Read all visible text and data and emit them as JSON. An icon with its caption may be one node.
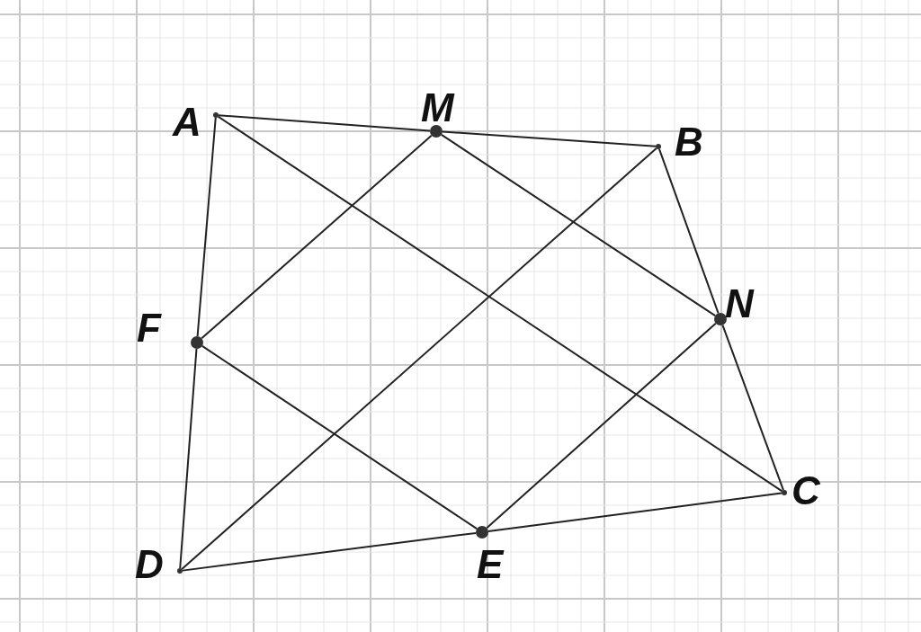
{
  "diagram": {
    "nodes": [
      {
        "text": [],
        "shape": "circle",
        "beside": [
          "A"
        ]
      },
      {
        "text": [],
        "shape": "circle",
        "beside": [
          "M"
        ]
      },
      {
        "text": [],
        "shape": "circle",
        "beside": [
          "B"
        ]
      },
      {
        "text": [],
        "shape": "circle",
        "beside": [
          "N"
        ]
      },
      {
        "text": [],
        "shape": "circle",
        "beside": [
          "C"
        ]
      },
      {
        "text": [],
        "shape": "circle",
        "beside": [
          "E"
        ]
      },
      {
        "text": [],
        "shape": "circle",
        "beside": [
          "D"
        ]
      },
      {
        "text": [],
        "shape": "circle",
        "beside": [
          "F"
        ]
      }
    ],
    "edges": [
      {
        "from": 0,
        "to": 1,
        "arrow": "none"
      },
      {
        "from": 1,
        "to": 2,
        "arrow": "none"
      },
      {
        "from": 2,
        "to": 3,
        "arrow": "none"
      },
      {
        "from": 3,
        "to": 4,
        "arrow": "none"
      },
      {
        "from": 4,
        "to": 5,
        "arrow": "none"
      },
      {
        "from": 5,
        "to": 6,
        "arrow": "none"
      },
      {
        "from": 6,
        "to": 7,
        "arrow": "none"
      },
      {
        "from": 7,
        "to": 0,
        "arrow": "none"
      },
      {
        "from": 0,
        "to": 4,
        "arrow": "none"
      },
      {
        "from": 2,
        "to": 6,
        "arrow": "none"
      },
      {
        "from": 1,
        "to": 3,
        "arrow": "none"
      },
      {
        "from": 3,
        "to": 5,
        "arrow": "none"
      },
      {
        "from": 5,
        "to": 7,
        "arrow": "none"
      },
      {
        "from": 7,
        "to": 1,
        "arrow": "none"
      }
    ]
  }
}
